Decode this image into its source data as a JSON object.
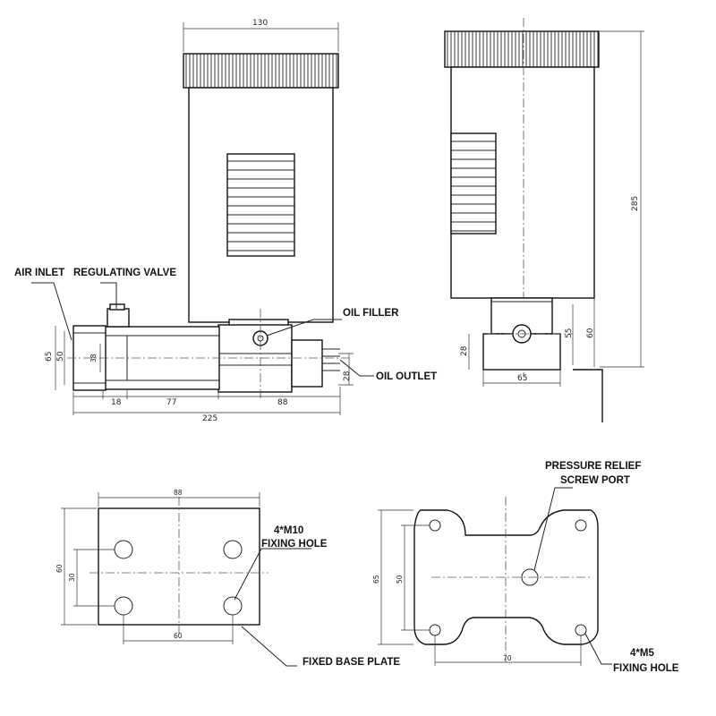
{
  "labels": {
    "air_inlet": "AIR INLET",
    "regulating_valve": "REGULATING VALVE",
    "oil_filler": "OIL FILLER",
    "oil_outlet": "OIL OUTLET",
    "pressure_relief_1": "PRESSURE RELIEF",
    "pressure_relief_2": "SCREW PORT",
    "m10_1": "4*M10",
    "m10_2": "FIXING HOLE",
    "fixed_base_plate": "FIXED BASE PLATE",
    "m5_1": "4*M5",
    "m5_2": "FIXING HOLE"
  },
  "dims": {
    "front_width": "130",
    "front_65": "65",
    "front_50": "50",
    "front_38": "38",
    "front_18": "18",
    "front_77": "77",
    "front_88": "88",
    "front_225": "225",
    "front_28": "28",
    "side_285": "285",
    "side_55": "55",
    "side_60": "60",
    "side_28": "28",
    "side_65": "65",
    "base_88": "88",
    "base_60h": "60",
    "base_30": "30",
    "base_60w": "60",
    "flange_65": "65",
    "flange_50": "50",
    "flange_70": "70"
  }
}
